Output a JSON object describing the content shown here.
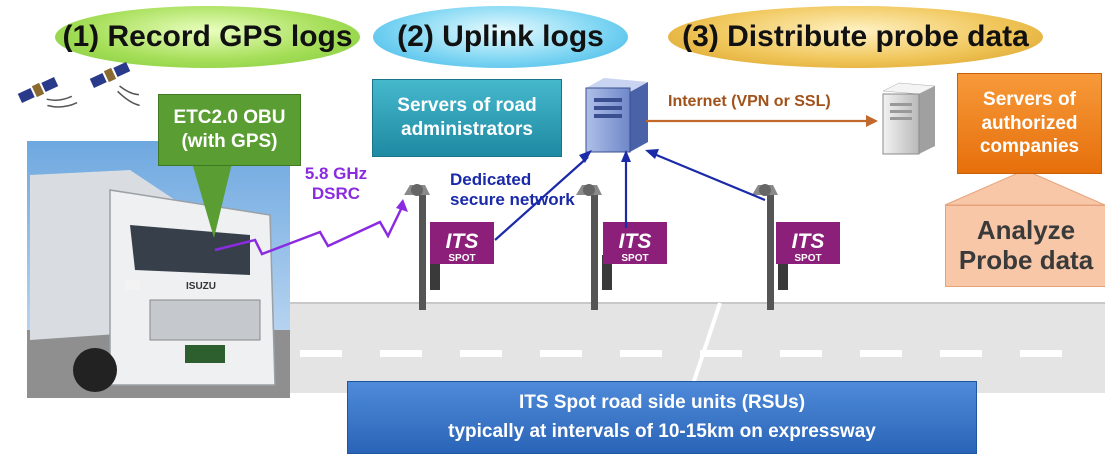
{
  "steps": {
    "step1": "(1) Record GPS logs",
    "step2": "(2) Uplink logs",
    "step3": "(3) Distribute probe data"
  },
  "labels": {
    "obu": "ETC2.0 OBU\n(with GPS)",
    "admin_servers": "Servers of road\nadministrators",
    "company_servers": "Servers of\nauthorized\ncompanies",
    "analyze": "Analyze\nProbe data",
    "dsrc": "5.8 GHz\nDSRC",
    "dedicated": "Dedicated\nsecure network",
    "internet": "Internet (VPN or SSL)",
    "rsu": "ITS Spot road side units (RSUs)\ntypically at intervals of 10-15km on expressway",
    "its_spot_title": "ITS",
    "its_spot_sub": "SPOT",
    "truck_brand": "ISUZU"
  },
  "colors": {
    "dsrc_link": "#8a2be2",
    "secure_network": "#1a2aa8",
    "internet_link": "#c0692a",
    "its_spot": "#8c1f7a"
  },
  "icons": [
    "satellite-icon",
    "satellite-icon",
    "server-icon",
    "server-icon",
    "rsu-antenna-icon",
    "truck-photo"
  ]
}
